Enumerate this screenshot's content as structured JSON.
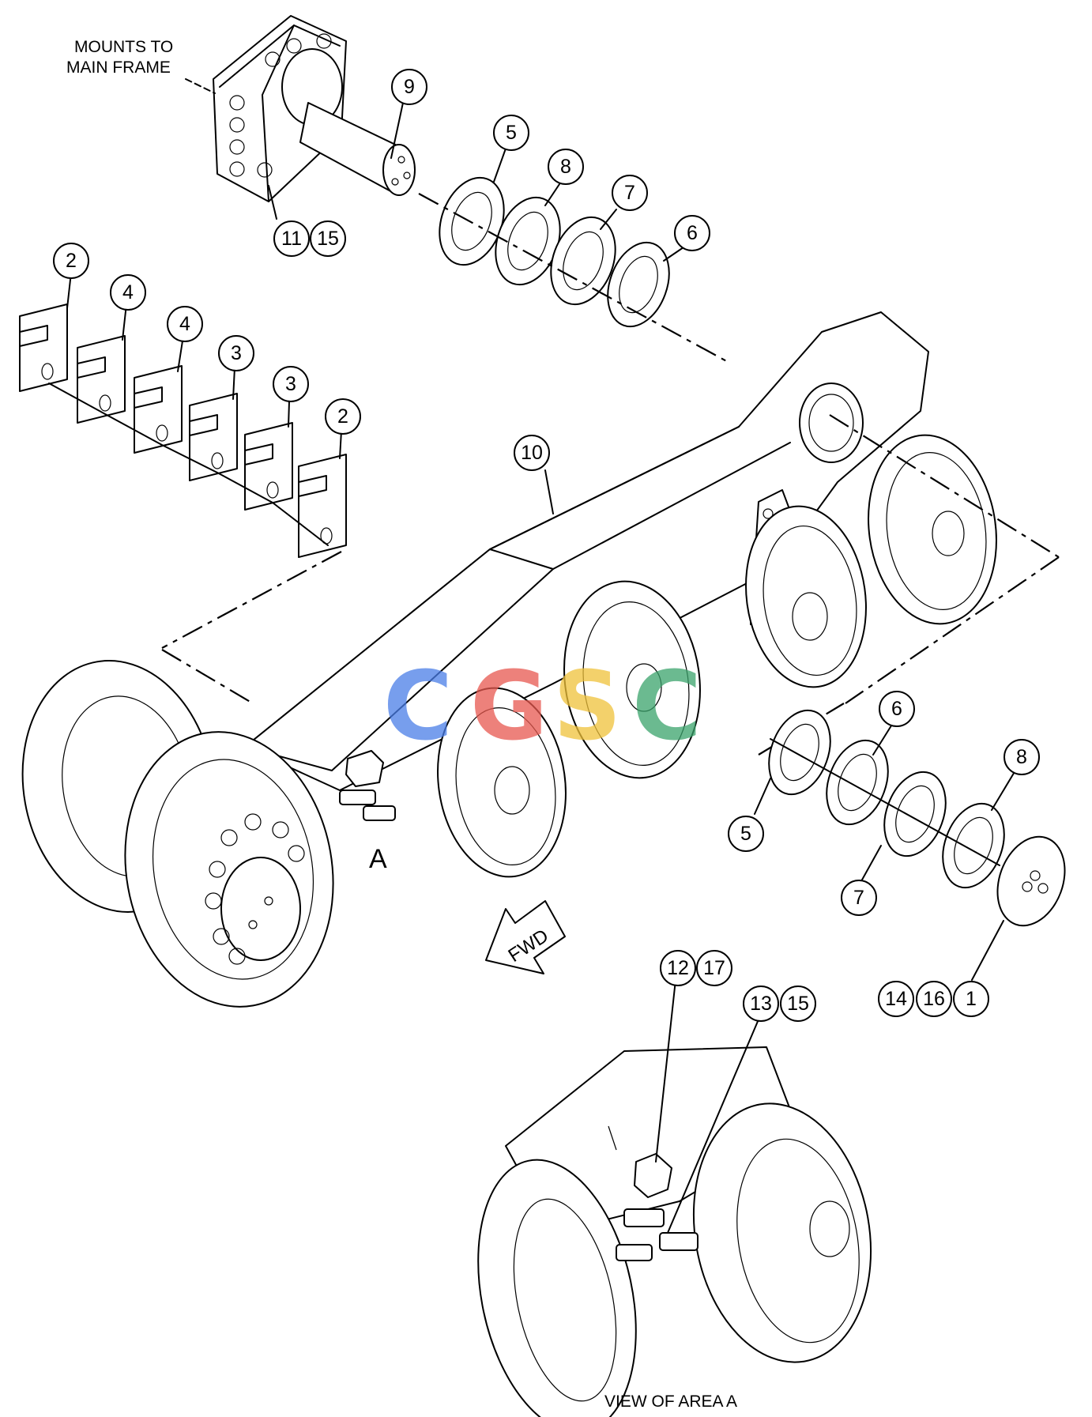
{
  "labels": {
    "mounts_line1": "MOUNTS TO",
    "mounts_line2": "MAIN FRAME",
    "area_marker": "A",
    "forward_arrow": "FWD",
    "view_caption": "VIEW OF AREA A"
  },
  "callouts": {
    "c9": "9",
    "c5a": "5",
    "c8a": "8",
    "c7a": "7",
    "c6a": "6",
    "c11": "11",
    "c15a": "15",
    "c2a": "2",
    "c4a": "4",
    "c4b": "4",
    "c3a": "3",
    "c3b": "3",
    "c2b": "2",
    "c10": "10",
    "c6b": "6",
    "c8b": "8",
    "c5b": "5",
    "c7b": "7",
    "c14": "14",
    "c16": "16",
    "c1": "1",
    "c12": "12",
    "c17": "17",
    "c13": "13",
    "c15b": "15"
  },
  "watermark": {
    "letters": [
      "C",
      "G",
      "S",
      "C"
    ],
    "colors": [
      "#4a7ee8",
      "#e8584f",
      "#f0c23a",
      "#3aa36b"
    ]
  }
}
